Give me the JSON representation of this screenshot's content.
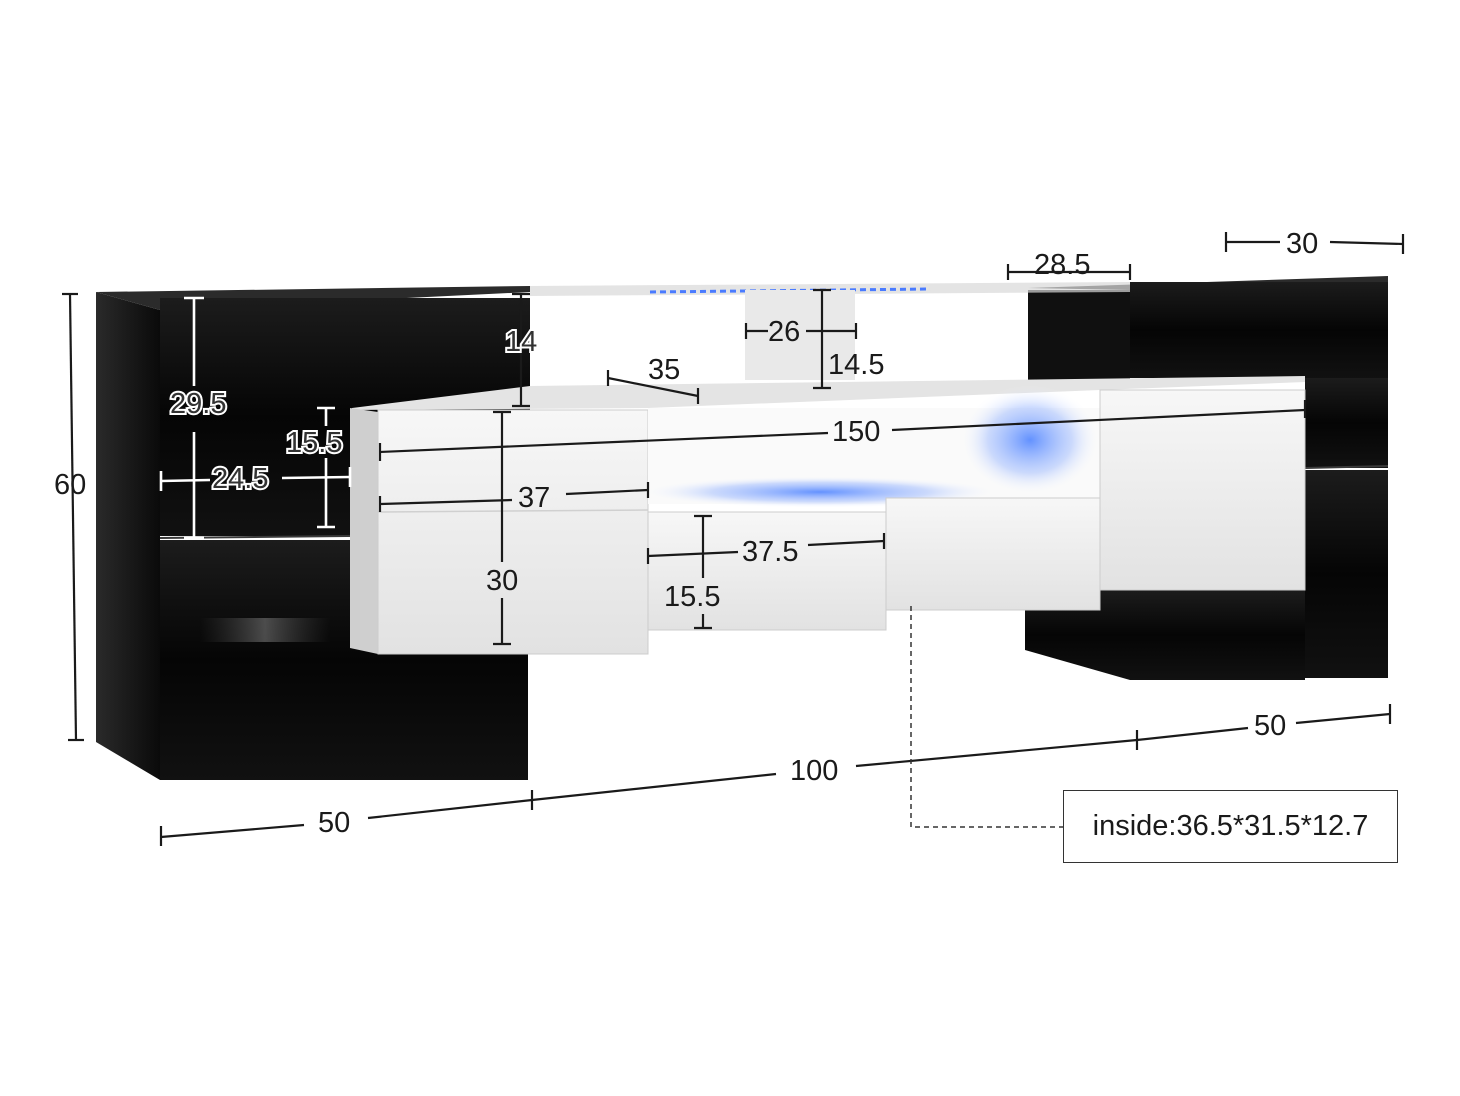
{
  "colors": {
    "black_gloss": "#0d0d0d",
    "white_gloss": "#eeeeee",
    "led_blue": "#4a7bff"
  },
  "dimensions": {
    "overall_height": "60",
    "shelf_height": "14",
    "left_door_height": "29.5",
    "left_door_width": "24.5",
    "left_small_height": "15.5",
    "shelf_depth": "35",
    "divider_width": "26",
    "divider_height": "14.5",
    "top_shelf_width": "28.5",
    "right_depth": "30",
    "main_width": "150",
    "white_door_width": "37",
    "white_door_height": "30",
    "drawer_width": "37.5",
    "drawer_height": "15.5",
    "base_left": "50",
    "base_middle": "100",
    "base_right": "50"
  },
  "inside_label": "inside:36.5*31.5*12.7"
}
